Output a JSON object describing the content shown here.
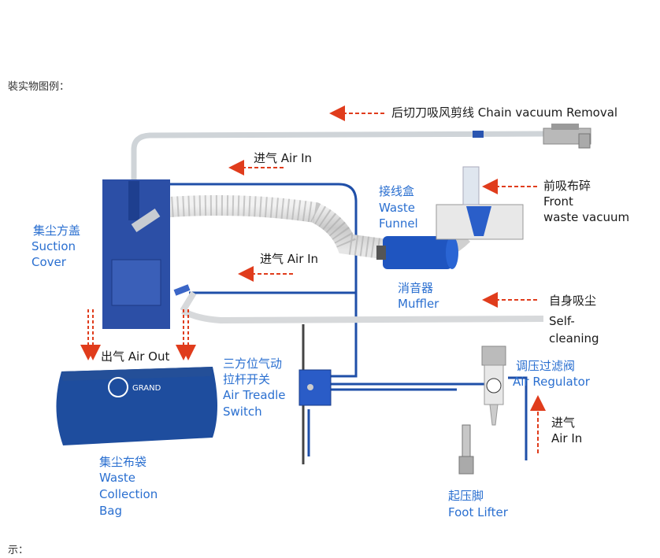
{
  "header_caption": "裝实物图例：",
  "footer_caption": "示：",
  "labels": {
    "chain_vacuum": "后切刀吸风剪线 Chain vacuum Removal",
    "air_in_top": "进气 Air In",
    "air_in_mid": "进气 Air In",
    "air_in_right_cn": "进气",
    "air_in_right_en": "Air In",
    "suction_cover_cn": "集尘方盖",
    "suction_cover_en1": "Suction",
    "suction_cover_en2": "Cover",
    "waste_funnel_cn": "接线盒",
    "waste_funnel_en1": "Waste",
    "waste_funnel_en2": "Funnel",
    "front_vac_cn": "前吸布碎",
    "front_vac_en1": "Front",
    "front_vac_en2": "waste vacuum",
    "muffler_cn": "消音器",
    "muffler_en": "Muffler",
    "self_clean_cn": "自身吸尘",
    "self_clean_en1": "Self-",
    "self_clean_en2": "cleaning",
    "air_out": "出气 Air Out",
    "treadle_cn1": "三方位气动",
    "treadle_cn2": "拉杆开关",
    "treadle_en1": "Air Treadle",
    "treadle_en2": "Switch",
    "regulator_cn": "调压过滤阀",
    "regulator_en": "Air Regulator",
    "bag_cn": "集尘布袋",
    "bag_en1": "Waste",
    "bag_en2": "Collection",
    "bag_en3": "Bag",
    "foot_cn": "起压脚",
    "foot_en": "Foot Lifter",
    "bag_brand": "GRAND"
  },
  "colors": {
    "blue_text": "#2a6fd0",
    "arrow_red": "#e03c1c",
    "hose_blue": "#1f4fa8",
    "cover_blue": "#2c4fa6"
  }
}
